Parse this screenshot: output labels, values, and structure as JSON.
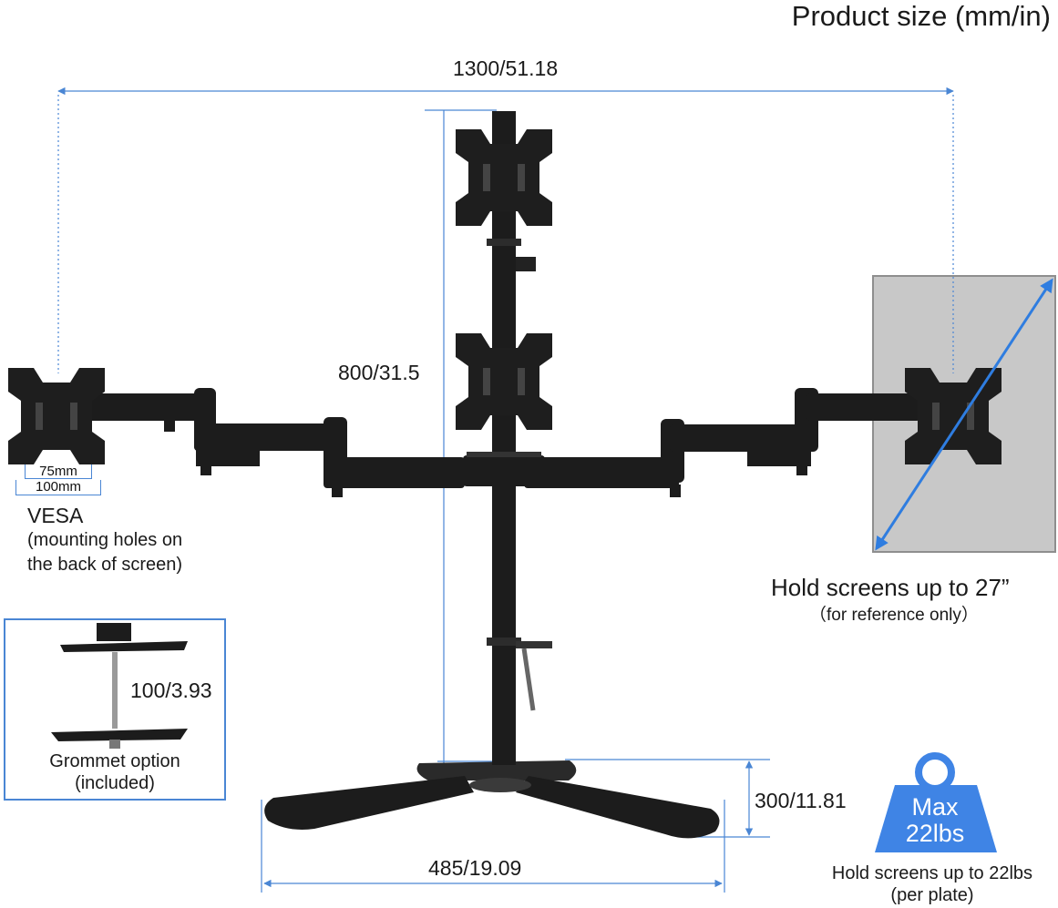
{
  "title": "Product size (mm/in)",
  "dimensions": {
    "total_width": "1300/51.18",
    "pole_height": "800/31.5",
    "grommet_height": "100/3.93",
    "base_depth": "300/11.81",
    "base_width": "485/19.09"
  },
  "vesa": {
    "size_75": "75mm",
    "size_100": "100mm",
    "heading": "VESA",
    "desc_line1": "(mounting holes on",
    "desc_line2": "the back of screen)"
  },
  "screen_size": {
    "headline": "Hold screens up to 27”",
    "note": "（for reference only）"
  },
  "grommet": {
    "line1": "Grommet option",
    "line2": "(included)"
  },
  "weight": {
    "badge_line1": "Max",
    "badge_line2": "22lbs",
    "caption_line1": "Hold screens up to 22lbs",
    "caption_line2": "(per plate)"
  },
  "colors": {
    "accent_blue": "#4a86d4",
    "badge_blue": "#3f84e5",
    "mount_black": "#1c1c1c",
    "screen_grey": "#c8c8c8"
  }
}
